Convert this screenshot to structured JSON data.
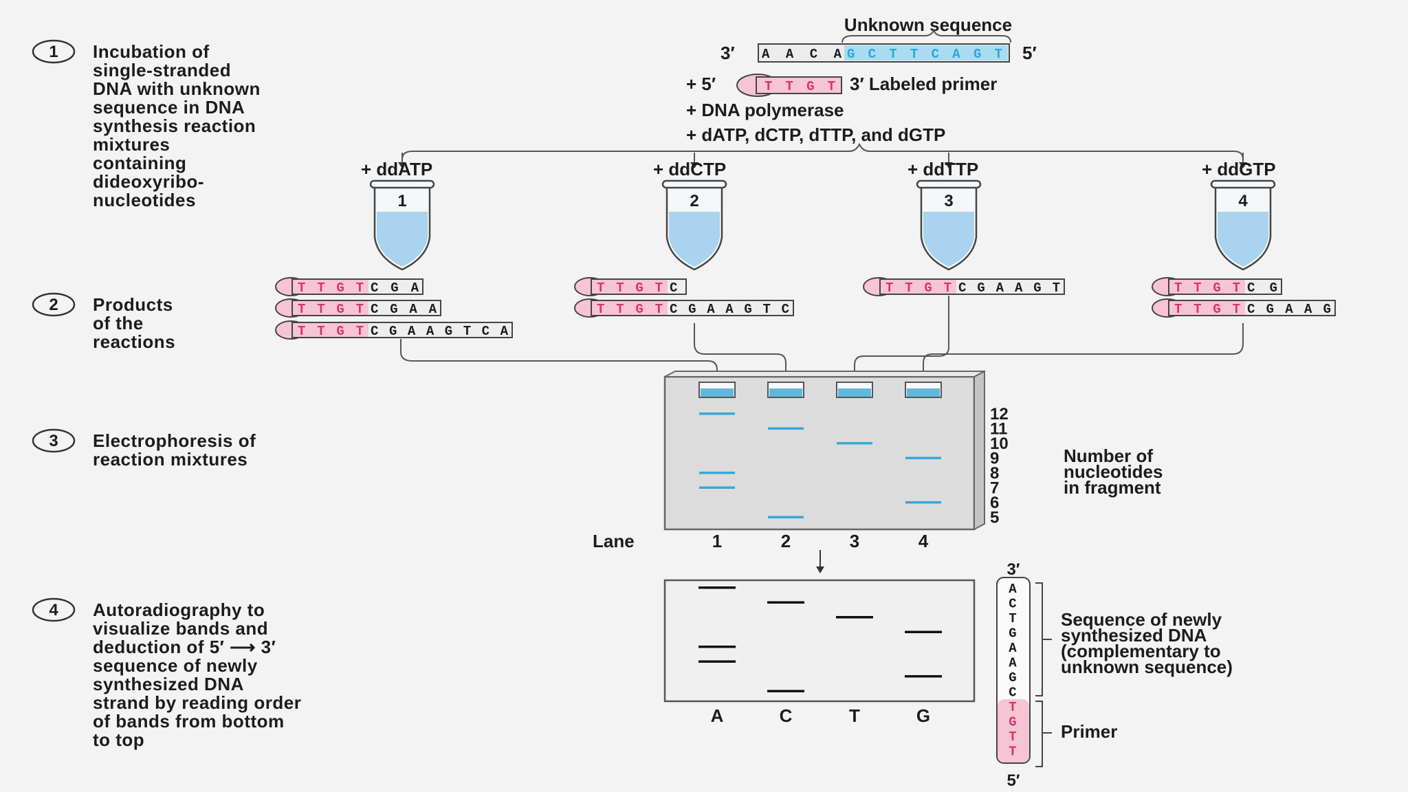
{
  "steps": [
    {
      "num": "1",
      "text": [
        "Incubation of",
        "single-stranded",
        "DNA with unknown",
        "sequence in DNA",
        "synthesis reaction",
        "mixtures",
        "containing",
        "dideoxyribo-",
        "nucleotides"
      ]
    },
    {
      "num": "2",
      "text": [
        "Products",
        "of the",
        "reactions"
      ]
    },
    {
      "num": "3",
      "text": [
        "Electrophoresis of",
        "reaction mixtures"
      ]
    },
    {
      "num": "4",
      "text": [
        "Autoradiography to",
        "visualize bands and",
        "deduction of 5′ ⟶ 3′",
        "sequence of newly",
        "synthesized DNA",
        "strand by reading order",
        "of bands from bottom",
        "to top"
      ]
    }
  ],
  "template": {
    "title": "Unknown sequence",
    "end3": "3′",
    "end5": "5′",
    "known": "AACA",
    "unknown": "GCTTCAGT"
  },
  "reagents": {
    "primer_prefix": "+ 5′",
    "primer_seq": "TTGT",
    "primer_suffix": "3′ Labeled primer",
    "polymerase": "+ DNA polymerase",
    "dntps": "+ dATP, dCTP, dTTP, and dGTP"
  },
  "tubes": [
    {
      "label": "+ ddATP",
      "num": "1"
    },
    {
      "label": "+ ddCTP",
      "num": "2"
    },
    {
      "label": "+ ddTTP",
      "num": "3"
    },
    {
      "label": "+ ddGTP",
      "num": "4"
    }
  ],
  "products": {
    "primer": "TTGT",
    "groups": [
      [
        "CGA",
        "CGAA",
        "CGAAGTCA"
      ],
      [
        "C",
        "CGAAGTC"
      ],
      [
        "CGAAGT"
      ],
      [
        "CG",
        "CGAAG"
      ]
    ]
  },
  "gel": {
    "lane_label": "Lane",
    "lanes": [
      "1",
      "2",
      "3",
      "4"
    ],
    "size_scale": [
      "12",
      "11",
      "10",
      "9",
      "8",
      "7",
      "6",
      "5"
    ],
    "size_caption": [
      "Number of",
      "nucleotides",
      "in fragment"
    ],
    "bands": [
      [
        12,
        8,
        7
      ],
      [
        11,
        5
      ],
      [
        10
      ],
      [
        9,
        6
      ]
    ]
  },
  "autorad": {
    "lanes": [
      "A",
      "C",
      "T",
      "G"
    ],
    "top_end": "3′",
    "bottom_end": "5′",
    "new_bases": [
      "A",
      "C",
      "T",
      "G",
      "A",
      "A",
      "G",
      "C"
    ],
    "primer_bases": [
      "T",
      "G",
      "T",
      "T"
    ],
    "new_caption": [
      "Sequence of newly",
      "synthesized DNA",
      "(complementary to",
      "unknown sequence)"
    ],
    "primer_caption": "Primer"
  },
  "colors": {
    "primer_fill": "#f7c4d4",
    "primer_text": "#d8346a",
    "unknown_fill": "#a9dcf0",
    "unknown_text": "#2ea6d8",
    "band": "#3aa7d6",
    "gel": "#dcdcdc",
    "liquid": "#a9d3ee"
  }
}
